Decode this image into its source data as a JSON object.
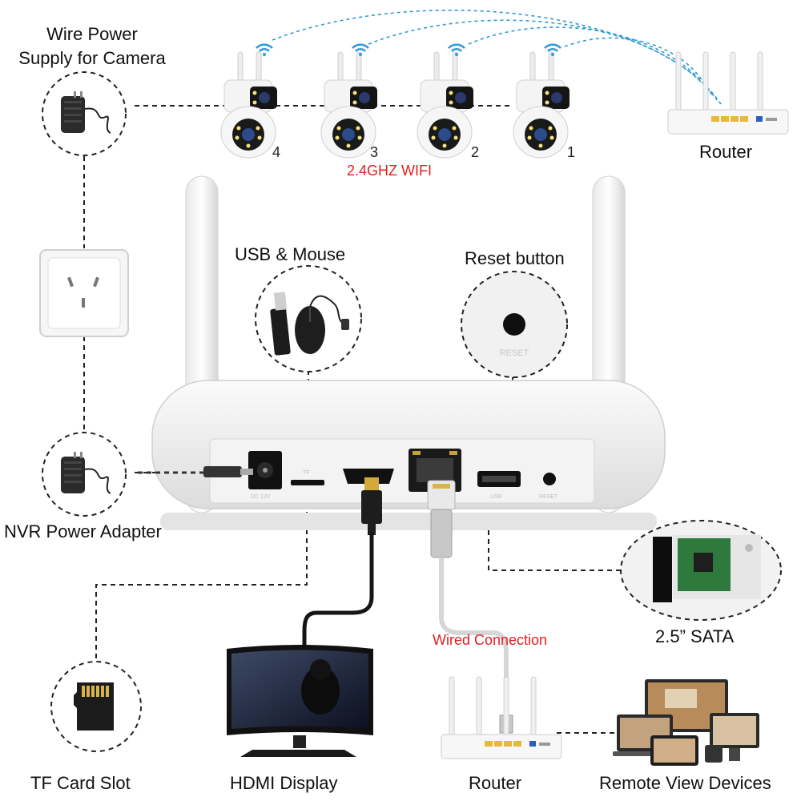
{
  "labels": {
    "wire_power": "Wire Power",
    "supply_camera": "Supply for Camera",
    "router_top": "Router",
    "wifi": "2.4GHZ WIFI",
    "usb_mouse": "USB & Mouse",
    "reset_button": "Reset button",
    "nvr_adapter": "NVR Power Adapter",
    "sata": "2.5” SATA",
    "wired": "Wired Connection",
    "tf_slot": "TF Card Slot",
    "hdmi_display": "HDMI Display",
    "router_bottom": "Router",
    "remote_view": "Remote View Devices"
  },
  "cameras": [
    {
      "number": "4"
    },
    {
      "number": "3"
    },
    {
      "number": "2"
    },
    {
      "number": "1"
    }
  ],
  "nvr_ports": {
    "dc": "DC 12V",
    "tf": "TF",
    "usb": "USB",
    "reset": "RESET"
  },
  "reset_closeup_text": "RESET",
  "colors": {
    "accent_red": "#e02020",
    "wifi_blue": "#2f9ad8",
    "dashed_line": "#222222"
  }
}
